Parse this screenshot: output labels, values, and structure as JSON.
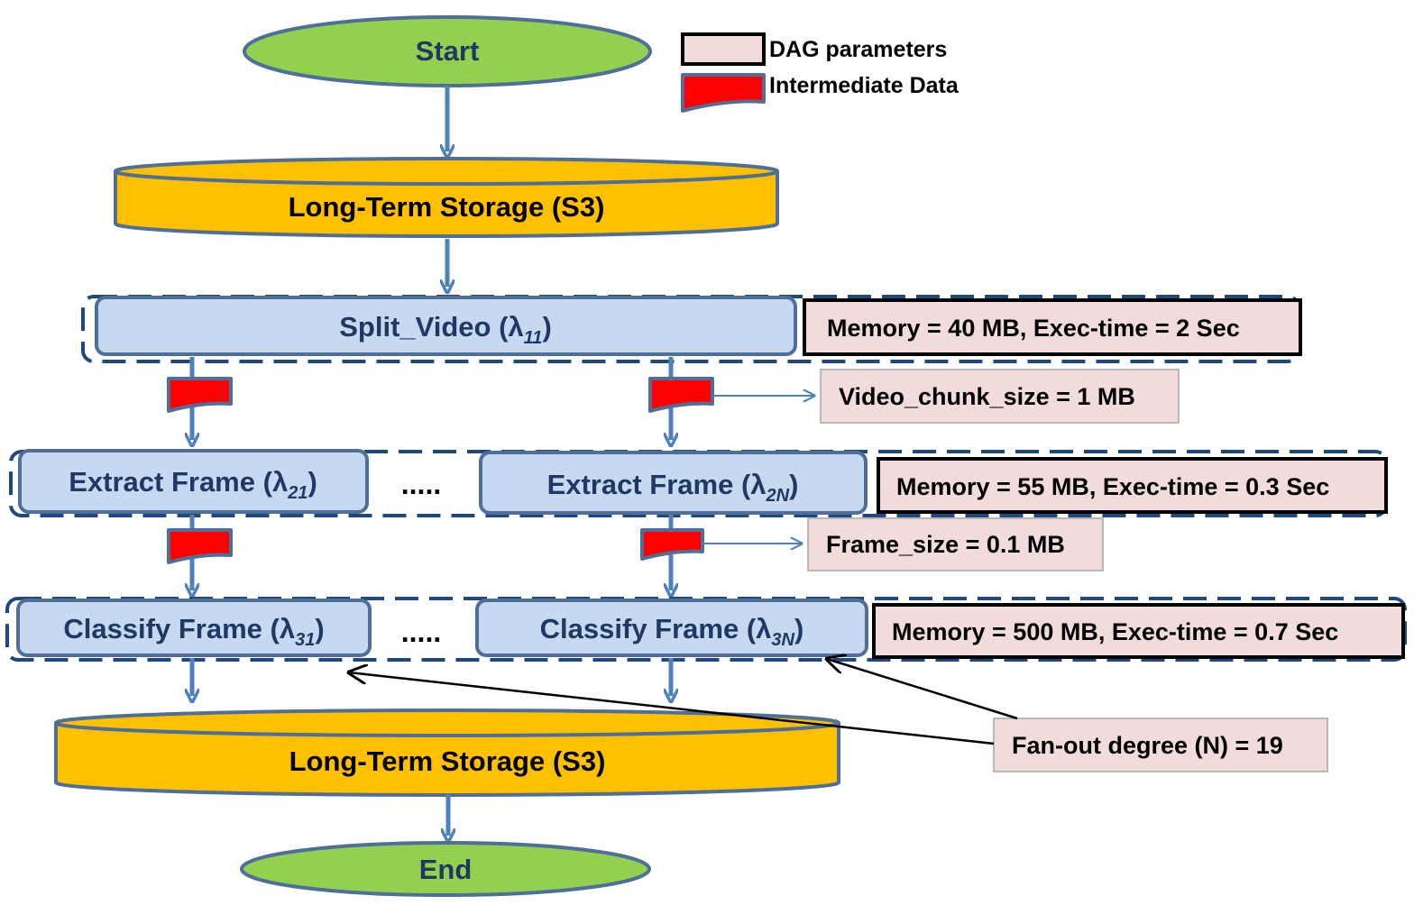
{
  "legend": {
    "dag_parameters": "DAG parameters",
    "intermediate_data": "Intermediate Data"
  },
  "nodes": {
    "start": "Start",
    "storage_top": "Long-Term Storage (S3)",
    "split_video": {
      "name": "Split_Video",
      "sub": "11"
    },
    "extract_1": {
      "name": "Extract Frame",
      "sub": "21"
    },
    "extract_n": {
      "name": "Extract Frame",
      "sub": "2N"
    },
    "classify_1": {
      "name": "Classify Frame",
      "sub": "31"
    },
    "classify_n": {
      "name": "Classify Frame",
      "sub": "3N"
    },
    "storage_bottom": "Long-Term Storage (S3)",
    "end": "End",
    "ellipsis": "....."
  },
  "lambda_symbol": "λ",
  "parameters": {
    "split_video": "Memory = 40 MB,  Exec-time = 2 Sec",
    "video_chunk": "Video_chunk_size = 1 MB",
    "extract_frame": "Memory = 55 MB, Exec-time = 0.3 Sec",
    "frame_size": "Frame_size = 0.1 MB",
    "classify_frame": "Memory = 500 MB, Exec-time = 0.7 Sec",
    "fan_out": "Fan-out degree (N) = 19"
  },
  "colors": {
    "start_end_fill": "#92d050",
    "storage_fill": "#ffc000",
    "function_fill": "#c6d9f1",
    "border_blue": "#4f6f99",
    "arrow_blue": "#4f81bd",
    "param_fill": "#f2dcdb",
    "intermediate_red": "#ff0000",
    "text_navy": "#1f3864"
  }
}
